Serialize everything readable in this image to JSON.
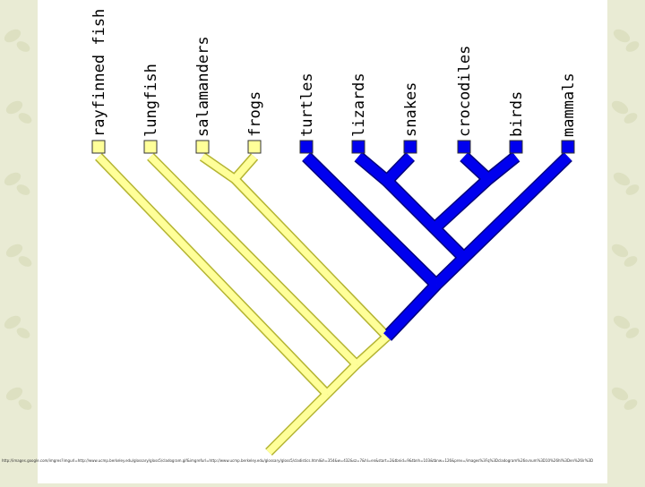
{
  "colors": {
    "background": "#e9ebd4",
    "slide": "#ffffff",
    "aquatic_branch": "#ffff99",
    "aquatic_outline": "#b4b432",
    "amniote_branch": "#0000ee",
    "amniote_outline": "#000080"
  },
  "background_pattern_icon": "butterfly-icon",
  "taxa": [
    {
      "name": "rayfinned fish",
      "group": "yellow"
    },
    {
      "name": "lungfish",
      "group": "yellow"
    },
    {
      "name": "salamanders",
      "group": "yellow"
    },
    {
      "name": "frogs",
      "group": "yellow"
    },
    {
      "name": "turtles",
      "group": "blue"
    },
    {
      "name": "lizards",
      "group": "blue"
    },
    {
      "name": "snakes",
      "group": "blue"
    },
    {
      "name": "crocodiles",
      "group": "blue"
    },
    {
      "name": "birds",
      "group": "blue"
    },
    {
      "name": "mammals",
      "group": "blue"
    }
  ],
  "footer": {
    "url": "http://images.google.com/imgres?imgurl=http://www.ucmp.berkeley.edu/glossary/gloss5/cladogram.gif&imgrefurl=http://www.ucmp.berkeley.edu/glossary/gloss5/cladistics.html&h=354&w=432&sz=7&hl=en&start=2&tbnid=9&tbnh=103&tbnw=126&prev=/images%3Fq%3Dcladogram%26svnum%3D10%26hl%3Den%26lr%3D"
  }
}
